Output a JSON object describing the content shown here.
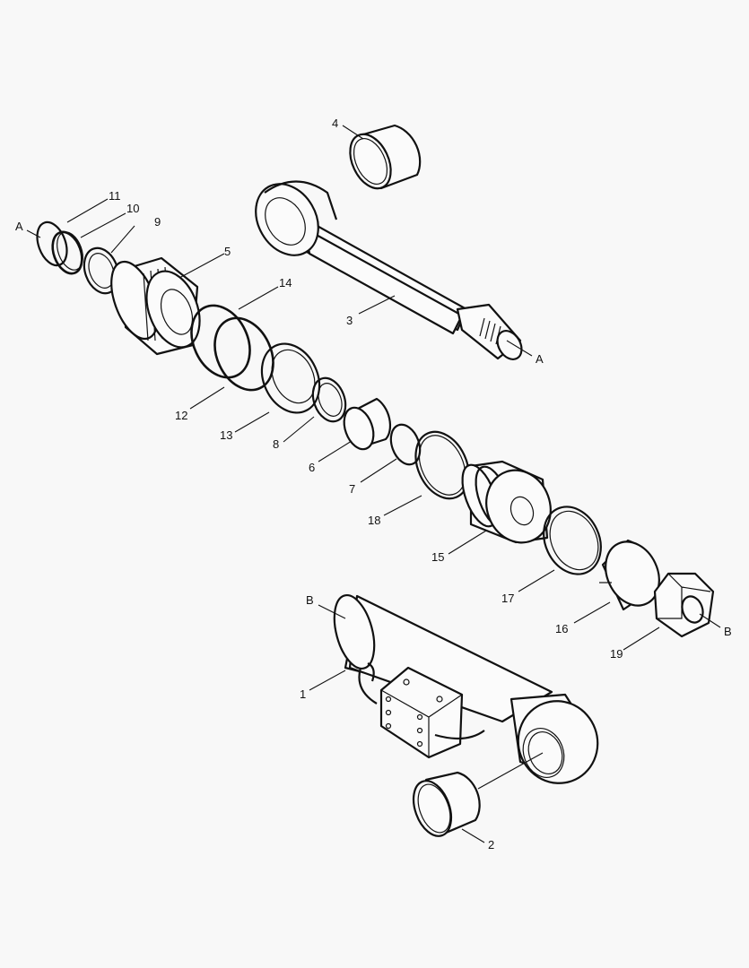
{
  "diagram": {
    "type": "exploded-parts-view",
    "subject": "hydraulic cylinder assembly",
    "background": "#f8f8f8",
    "line_color": "#111111",
    "callouts": [
      {
        "id": "1",
        "text": "1"
      },
      {
        "id": "2",
        "text": "2"
      },
      {
        "id": "3",
        "text": "3"
      },
      {
        "id": "4",
        "text": "4"
      },
      {
        "id": "5",
        "text": "5"
      },
      {
        "id": "6",
        "text": "6"
      },
      {
        "id": "7",
        "text": "7"
      },
      {
        "id": "8",
        "text": "8"
      },
      {
        "id": "9",
        "text": "9"
      },
      {
        "id": "10",
        "text": "10"
      },
      {
        "id": "11",
        "text": "11"
      },
      {
        "id": "12",
        "text": "12"
      },
      {
        "id": "13",
        "text": "13"
      },
      {
        "id": "14",
        "text": "14"
      },
      {
        "id": "15",
        "text": "15"
      },
      {
        "id": "16",
        "text": "16"
      },
      {
        "id": "17",
        "text": "17"
      },
      {
        "id": "18",
        "text": "18"
      },
      {
        "id": "19",
        "text": "19"
      }
    ],
    "reference_marks": {
      "A_left": "A",
      "A_right": "A",
      "B_left": "B",
      "B_right": "B"
    }
  }
}
